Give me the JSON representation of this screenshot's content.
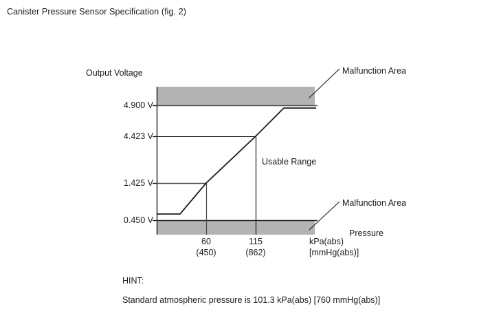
{
  "page_title": "Canister Pressure Sensor Specification (fig. 2)",
  "colors": {
    "malfunction_band": "#b3b3b3",
    "line": "#1a1a1a",
    "reference_line": "#4d4d4d",
    "text": "#1a1a1a",
    "background": "#ffffff"
  },
  "annotations": {
    "usable_range": "Usable Range",
    "malfunction_area_top": "Malfunction Area",
    "malfunction_area_bottom": "Malfunction Area"
  },
  "hint": {
    "heading": "HINT:",
    "body": "Standard atmospheric pressure is 101.3 kPa(abs) [760 mmHg(abs)]"
  },
  "chart_data": {
    "type": "line",
    "title": "Canister Pressure Sensor Specification (fig. 2)",
    "xlabel": "Pressure",
    "ylabel": "Output Voltage",
    "x_units_primary": "kPa(abs)",
    "x_units_secondary": "[mmHg(abs)]",
    "y_units": "V",
    "grid": false,
    "legend": null,
    "xlim": [
      0,
      160
    ],
    "ylim": [
      0,
      5.35
    ],
    "yticks": [
      {
        "value": 4.9,
        "label": "4.900 V"
      },
      {
        "value": 4.423,
        "label": "4.423 V"
      },
      {
        "value": 1.425,
        "label": "1.425 V"
      },
      {
        "value": 0.45,
        "label": "0.450 V"
      }
    ],
    "xticks": [
      {
        "value": 60,
        "label": "60",
        "label_secondary": "(450)"
      },
      {
        "value": 115,
        "label": "115",
        "label_secondary": "(862)"
      }
    ],
    "series": [
      {
        "name": "Output Voltage",
        "points": [
          {
            "x": 0,
            "y": 0.45
          },
          {
            "x": 27,
            "y": 0.45
          },
          {
            "x": 60,
            "y": 1.425
          },
          {
            "x": 115,
            "y": 4.423
          },
          {
            "x": 130,
            "y": 5.05
          },
          {
            "x": 160,
            "y": 5.05
          }
        ]
      }
    ],
    "bands": [
      {
        "name": "malfunction-area-upper",
        "label": "Malfunction Area",
        "y_from": 4.9,
        "y_to": 5.35,
        "color": "#b3b3b3"
      },
      {
        "name": "malfunction-area-lower",
        "label": "Malfunction Area",
        "y_from": 0.0,
        "y_to": 0.45,
        "color": "#b3b3b3"
      }
    ],
    "regions": [
      {
        "name": "usable-range",
        "label": "Usable Range",
        "x_from": 60,
        "x_to": 115,
        "y_from": 1.425,
        "y_to": 4.423
      }
    ],
    "notes": [
      "Standard atmospheric pressure is 101.3 kPa(abs) [760 mmHg(abs)]"
    ]
  }
}
